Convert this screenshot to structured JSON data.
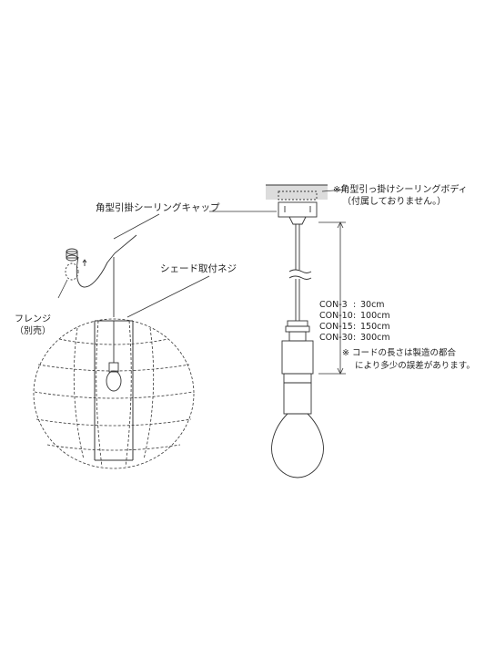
{
  "labels": {
    "cap": "角型引掛シーリングキャップ",
    "flange_line1": "フレンジ",
    "flange_line2": "（別売）",
    "shade_screw": "シェード取付ネジ",
    "body_line1": "※角型引っ掛けシーリングボディ",
    "body_line2": "（付属しておりません。）",
    "cord_note_line1": "※ コードの長さは製造の都合",
    "cord_note_line2": "により多少の誤差があります。"
  },
  "cord_lengths": [
    {
      "model": "CON-3",
      "length": "30cm"
    },
    {
      "model": "CON-10",
      "length": "100cm"
    },
    {
      "model": "CON-15",
      "length": "150cm"
    },
    {
      "model": "CON-30",
      "length": "300cm"
    }
  ],
  "colors": {
    "line": "#333333",
    "text": "#222222",
    "ceiling_fill": "#dcdcdc",
    "bulb_fill": "#ffffff"
  }
}
